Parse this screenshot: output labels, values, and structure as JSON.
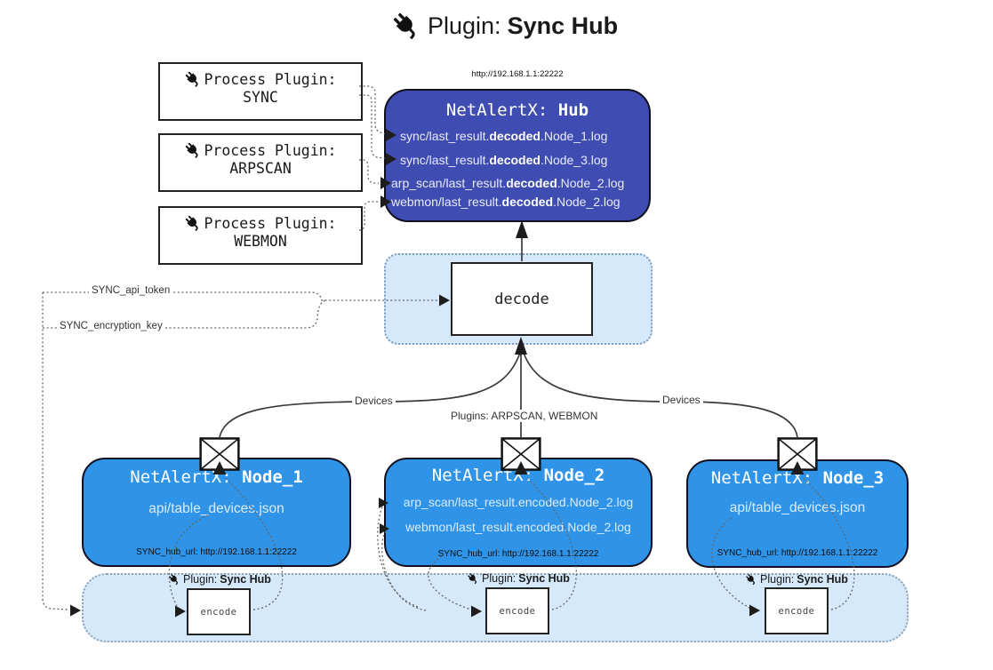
{
  "title": {
    "label": "Plugin:",
    "name": "Sync Hub"
  },
  "hub": {
    "url": "http://192.168.1.1:22222",
    "title_prefix": "NetAlertX:",
    "title_name": "Hub",
    "logs": [
      {
        "pre": "sync/last_result.",
        "mid": "decoded",
        "post": ".Node_1.log"
      },
      {
        "pre": "sync/last_result.",
        "mid": "decoded",
        "post": ".Node_3.log"
      },
      {
        "pre": "arp_scan/last_result.",
        "mid": "decoded",
        "post": ".Node_2.log"
      },
      {
        "pre": "webmon/last_result.",
        "mid": "decoded",
        "post": ".Node_2.log"
      }
    ]
  },
  "process_plugins": [
    {
      "label": "Process Plugin:",
      "name": "SYNC"
    },
    {
      "label": "Process Plugin:",
      "name": "ARPSCAN"
    },
    {
      "label": "Process Plugin:",
      "name": "WEBMON"
    }
  ],
  "settings": {
    "api_token": "SYNC_api_token",
    "encryption_key": "SYNC_encryption_key"
  },
  "decode_label": "decode",
  "edges": {
    "devices_left": "Devices",
    "plugins_mid": "Plugins: ARPSCAN, WEBMON",
    "devices_right": "Devices"
  },
  "nodes": [
    {
      "title_prefix": "NetAlertX:",
      "title_name": "Node_1",
      "files": [
        "api/table_devices.json"
      ],
      "hub_url": "SYNC_hub_url: http://192.168.1.1:22222"
    },
    {
      "title_prefix": "NetAlertX:",
      "title_name": "Node_2",
      "files": [
        "arp_scan/last_result.encoded.Node_2.log",
        "webmon/last_result.encoded.Node_2.log"
      ],
      "hub_url": "SYNC_hub_url: http://192.168.1.1:22222"
    },
    {
      "title_prefix": "NetAlertX:",
      "title_name": "Node_3",
      "files": [
        "api/table_devices.json"
      ],
      "hub_url": "SYNC_hub_url: http://192.168.1.1:22222"
    }
  ],
  "encoders": [
    {
      "label": "Plugin:",
      "name": "Sync Hub",
      "box_label": "encode"
    },
    {
      "label": "Plugin:",
      "name": "Sync Hub",
      "box_label": "encode"
    },
    {
      "label": "Plugin:",
      "name": "Sync Hub",
      "box_label": "encode"
    }
  ],
  "colors": {
    "hub_fill": "#3F4DB2",
    "node_fill": "#2F94E8",
    "panel_fill": "#D6E9FA"
  }
}
